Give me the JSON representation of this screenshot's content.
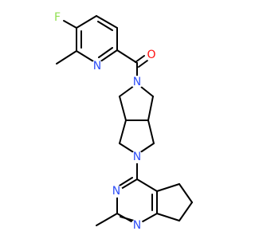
{
  "atoms": [
    {
      "id": "F",
      "label": "F",
      "color": "#90e050"
    },
    {
      "id": "N_pyridine",
      "label": "N",
      "color": "#3050f8"
    },
    {
      "id": "O_carbonyl",
      "label": "O",
      "color": "#ff0d0d"
    },
    {
      "id": "N_amide",
      "label": "N",
      "color": "#3050f8"
    },
    {
      "id": "N_bicyclic",
      "label": "N",
      "color": "#3050f8"
    },
    {
      "id": "N_pyrimidine_top",
      "label": "N",
      "color": "#3050f8"
    },
    {
      "id": "N_pyrimidine_bottom",
      "label": "N",
      "color": "#3050f8"
    }
  ],
  "bond_color": "#000000"
}
